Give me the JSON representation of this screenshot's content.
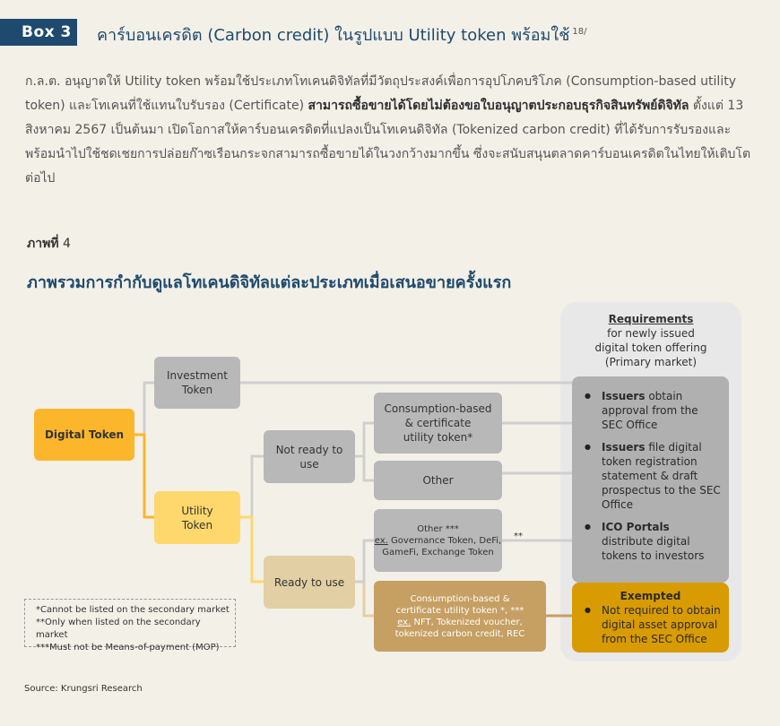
{
  "box": {
    "label": "Box 3",
    "title": "คาร์บอนเครดิต (Carbon credit) ในรูปแบบ Utility token พร้อมใช้",
    "footnote_ref": "18/"
  },
  "intro": {
    "part1": "ก.ล.ต. อนุญาตให้ Utility token พร้อมใช้ประเภทโทเคนดิจิทัลที่มีวัตถุประสงค์เพื่อการอุปโภคบริโภค (Consumption-based utility token) และโทเคนที่ใช้แทนใบรับรอง (Certificate) ",
    "bold": "สามารถซื้อขายได้โดยไม่ต้องขอใบอนุญาตประกอบธุรกิจสินทรัพย์ดิจิทัล",
    "part2": " ตั้งแต่ 13 สิงหาคม 2567 เป็นต้นมา เปิดโอกาสให้คาร์บอนเครดิตที่แปลงเป็นโทเคนดิจิทัล (Tokenized carbon credit) ที่ได้รับการรับรองและพร้อมนำไปใช้ชดเชยการปล่อยก๊าซเรือนกระจกสามารถซื้อขายได้ในวงกว้างมากขึ้น ซึ่งจะสนับสนุนตลาดคาร์บอนเครดิตในไทยให้เติบโตต่อไป"
  },
  "figure": {
    "label_prefix": "ภาพที่",
    "label_number": "4",
    "title": "ภาพรวมการกำกับดูแลโทเคนดิจิทัลแต่ละประเภทเมื่อเสนอขายครั้งแรก"
  },
  "requirements": {
    "header": "Requirements",
    "sub": [
      "for newly issued",
      "digital token offering",
      "(Primary market)"
    ],
    "items": [
      {
        "bold": "Issuers",
        "text": " obtain approval from the SEC Office"
      },
      {
        "bold": "Issuers",
        "text": " file digital token registration statement & draft prospectus to the SEC Office"
      },
      {
        "bold": "ICO Portals",
        "text": " distribute digital tokens to investors"
      }
    ],
    "exempt_title": "Exempted",
    "exempt_text": "Not required to obtain digital asset approval from the SEC Office"
  },
  "nodes": {
    "digital": "Digital Token",
    "investment": [
      "Investment",
      "Token"
    ],
    "utility": [
      "Utility",
      "Token"
    ],
    "not_ready": [
      "Not ready to",
      "use"
    ],
    "ready": "Ready to use",
    "consumption": [
      "Consumption-based",
      "& certificate",
      "utility token*"
    ],
    "other": "Other",
    "other_ready": {
      "title": "Other ***",
      "ex": "ex.",
      "examples": [
        " Governance Token, DeFi,",
        "GameFi, Exchange Token"
      ]
    },
    "certificate": {
      "lines": [
        "Consumption-based &",
        "certificate utility token *, ***"
      ],
      "ex": "ex.",
      "examples": [
        " NFT, Tokenized voucher,",
        "tokenized carbon credit, REC"
      ]
    }
  },
  "connector_mark": "**",
  "notes": [
    "*Cannot be listed on the secondary market",
    "**Only when listed on the secondary market",
    "***Must not be Means-of-payment (MOP)"
  ],
  "source": "Source: Krungsri Research",
  "colors": {
    "navy": "#1e4a6d",
    "digital_token": "#fbb62b",
    "utility_token": "#fed86d",
    "ready_to_use": "#e3cfa4",
    "certificate": "#c69f63",
    "exempted": "#d89b02",
    "grey_node": "#b8b8b8"
  }
}
